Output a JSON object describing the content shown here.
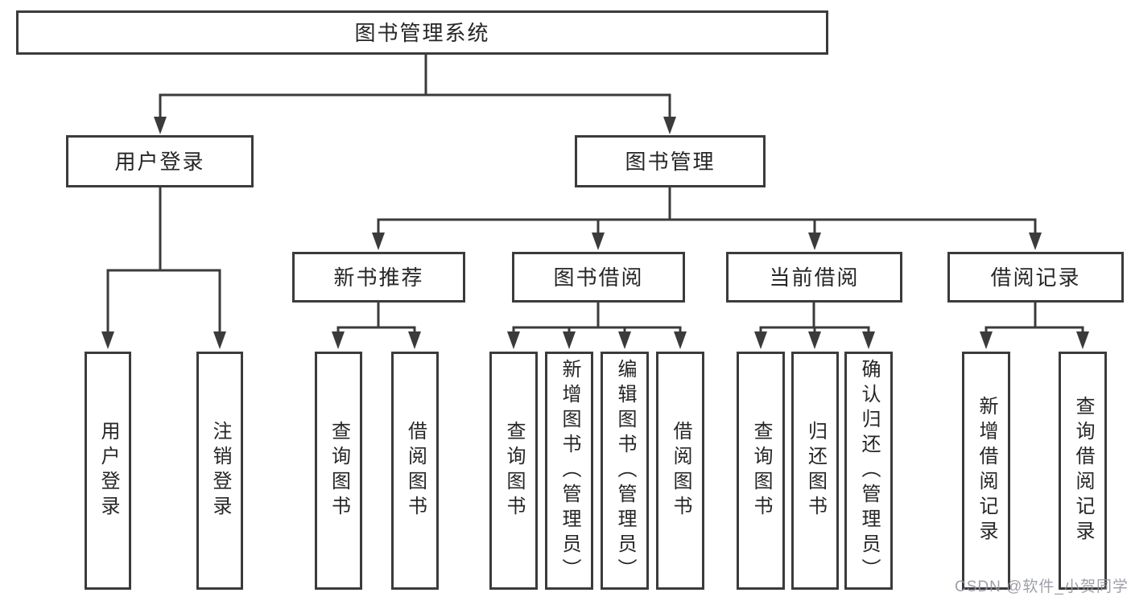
{
  "nodes": {
    "root": {
      "label": "图书管理系统"
    },
    "login": {
      "label": "用户登录",
      "children": [
        {
          "label": "用户登录"
        },
        {
          "label": "注销登录"
        }
      ]
    },
    "mgmt": {
      "label": "图书管理",
      "children": [
        {
          "label": "新书推荐",
          "children": [
            {
              "label": "查询图书"
            },
            {
              "label": "借阅图书"
            }
          ]
        },
        {
          "label": "图书借阅",
          "children": [
            {
              "label": "查询图书"
            },
            {
              "label": "新增图书（管理员）"
            },
            {
              "label": "编辑图书（管理员）"
            },
            {
              "label": "借阅图书"
            }
          ]
        },
        {
          "label": "当前借阅",
          "children": [
            {
              "label": "查询图书"
            },
            {
              "label": "归还图书"
            },
            {
              "label": "确认归还（管理员）"
            }
          ]
        },
        {
          "label": "借阅记录",
          "children": [
            {
              "label": "新增借阅记录"
            },
            {
              "label": "查询借阅记录"
            }
          ]
        }
      ]
    }
  },
  "watermark": {
    "text": "CSDN @软件_小贺同学"
  },
  "colors": {
    "line": "#3b3b3b",
    "text": "#262626",
    "box_background": "#ffffff",
    "watermark": "#9496a0"
  }
}
